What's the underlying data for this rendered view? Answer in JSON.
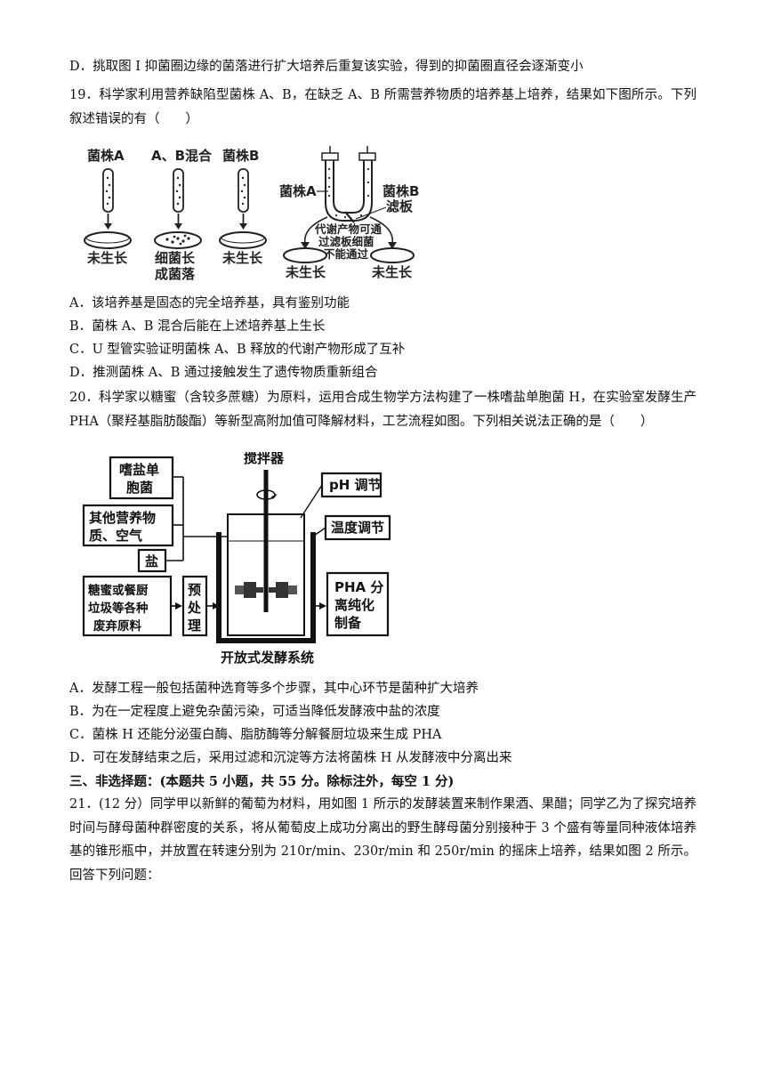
{
  "q18": {
    "optD": "D．挑取图 I 抑菌圈边缘的菌落进行扩大培养后重复该实验，得到的抑菌圈直径会逐渐变小"
  },
  "q19": {
    "stem": "19．科学家利用营养缺陷型菌株 A、B，在缺乏 A、B 所需营养物质的培养基上培养，结果如下图所示。下列叙述错误的有（　　）",
    "figure": {
      "strainA": "菌株A",
      "mix": "A、B混合",
      "strainB": "菌株B",
      "noGrowth": "未生长",
      "colony1": "细菌长",
      "colony2": "成菌落",
      "utubeA": "菌株A",
      "utubeB": "菌株B",
      "filter": "滤板",
      "note1": "代谢产物可通",
      "note2": "过滤板细菌",
      "note3": "不能通过"
    },
    "optA": "A．该培养基是固态的完全培养基，具有鉴别功能",
    "optB": "B．菌株 A、B 混合后能在上述培养基上生长",
    "optC": "C．U 型管实验证明菌株 A、B 释放的代谢产物形成了互补",
    "optD": "D．推测菌株 A、B 通过接触发生了遗传物质重新组合"
  },
  "q20": {
    "stem": "20．科学家以糖蜜（含较多蔗糖）为原料，运用合成生物学方法构建了一株嗜盐单胞菌 H，在实验室发酵生产 PHA（聚羟基脂肪酸酯）等新型高附加值可降解材料，工艺流程如图。下列相关说法正确的是（　　）",
    "figure": {
      "box1a": "嗜盐单",
      "box1b": "胞菌",
      "box2a": "其他营养物",
      "box2b": "质、空气",
      "salt": "盐",
      "box4a": "糖蜜或餐厨",
      "box4b": "垃圾等各种",
      "box4c": "废弃原料",
      "pre1": "预",
      "pre2": "处",
      "pre3": "理",
      "stirrer": "搅拌器",
      "ph": "pH 调节",
      "temp": "温度调节",
      "pha1": "PHA 分",
      "pha2": "离纯化",
      "pha3": "制备",
      "system": "开放式发酵系统"
    },
    "optA": "A．发酵工程一般包括菌种选育等多个步骤，其中心环节是菌种扩大培养",
    "optB": "B．为在一定程度上避免杂菌污染，可适当降低发酵液中盐的浓度",
    "optC": "C．菌株 H 还能分泌蛋白酶、脂肪酶等分解餐厨垃圾来生成 PHA",
    "optD": "D．可在发酵结束之后，采用过滤和沉淀等方法将菌株 H 从发酵液中分离出来"
  },
  "section3": {
    "heading": "三、非选择题：(本题共 5 小题，共 55 分。除标注外，每空 1 分)"
  },
  "q21": {
    "stem": "21．(12 分）同学甲以新鲜的葡萄为材料，用如图 1 所示的发酵装置来制作果酒、果醋；同学乙为了探究培养时间与酵母菌种群密度的关系，将从葡萄皮上成功分离出的野生酵母菌分别接种于 3 个盛有等量同种液体培养基的锥形瓶中，并放置在转速分别为 210r/min、230r/min 和 250r/min 的摇床上培养，结果如图 2 所示。回答下列问题："
  }
}
